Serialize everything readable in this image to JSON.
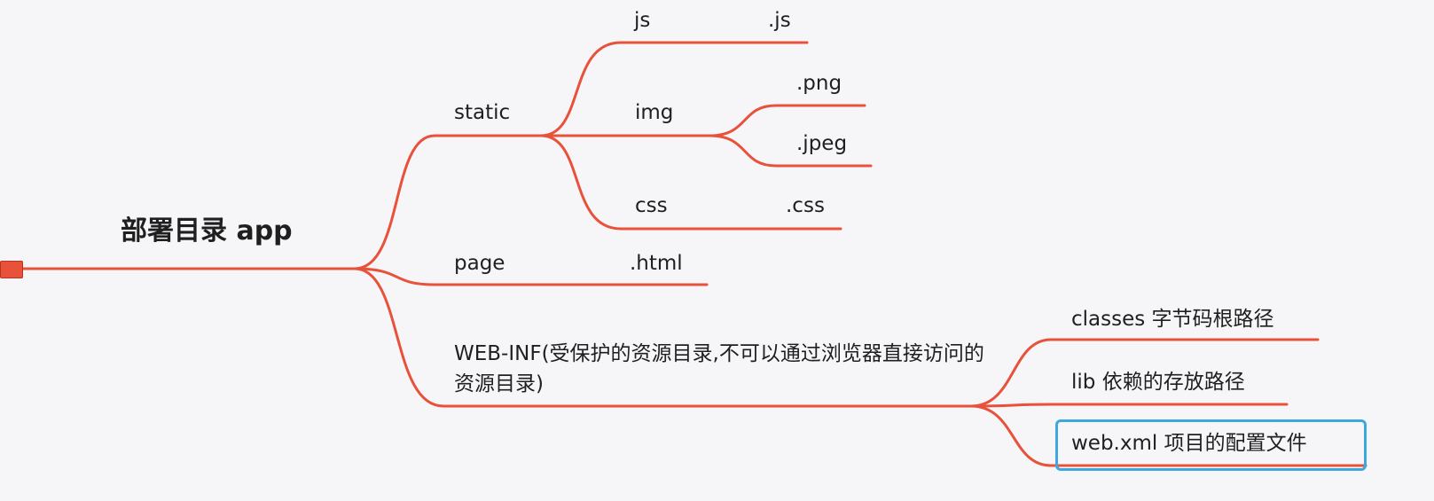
{
  "mindmap": {
    "root": {
      "label": "部署目录  app"
    },
    "branches": [
      {
        "label": "static",
        "children": [
          {
            "label": "js",
            "children": [
              {
                "label": ".js"
              }
            ]
          },
          {
            "label": "img",
            "children": [
              {
                "label": ".png"
              },
              {
                "label": ".jpeg"
              }
            ]
          },
          {
            "label": "css",
            "children": [
              {
                "label": ".css"
              }
            ]
          }
        ]
      },
      {
        "label": "page",
        "children": [
          {
            "label": ".html"
          }
        ]
      },
      {
        "label": "WEB-INF(受保护的资源目录,不可以通过浏览器直接访问的资源目录)",
        "children": [
          {
            "label": "classes 字节码根路径"
          },
          {
            "label": "lib 依赖的存放路径"
          },
          {
            "label": "web.xml 项目的配置文件",
            "highlighted": true
          }
        ]
      }
    ]
  },
  "colors": {
    "line": "#e8513a",
    "highlight": "#3ea7e0",
    "background": "#f6f5f8"
  }
}
